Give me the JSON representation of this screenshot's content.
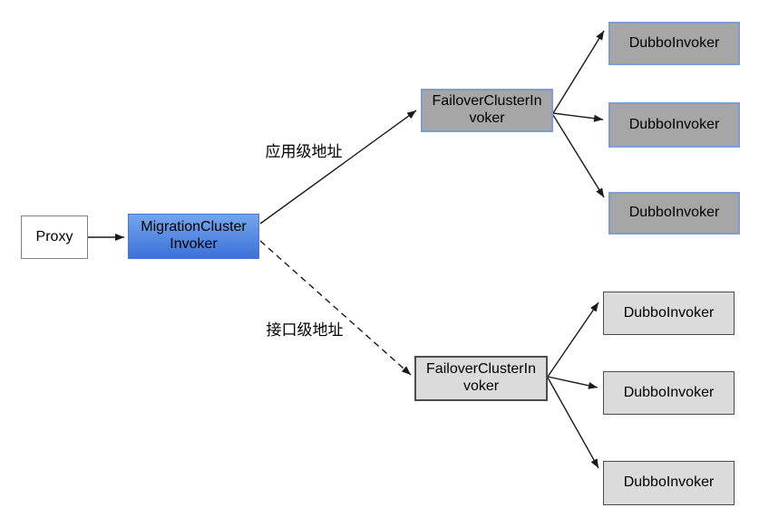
{
  "diagram": {
    "type": "cluster-invoker-flow",
    "nodes": {
      "proxy": {
        "label": "Proxy"
      },
      "migration_cluster_invoker": {
        "label": "MigrationCluster\nInvoker"
      },
      "failover_cluster_invoker_app": {
        "label": "FailoverClusterIn\nvoker"
      },
      "failover_cluster_invoker_interface": {
        "label": "FailoverClusterIn\nvoker"
      },
      "dubbo_invoker_app_1": {
        "label": "DubboInvoker"
      },
      "dubbo_invoker_app_2": {
        "label": "DubboInvoker"
      },
      "dubbo_invoker_app_3": {
        "label": "DubboInvoker"
      },
      "dubbo_invoker_interface_1": {
        "label": "DubboInvoker"
      },
      "dubbo_invoker_interface_2": {
        "label": "DubboInvoker"
      },
      "dubbo_invoker_interface_3": {
        "label": "DubboInvoker"
      }
    },
    "edges": {
      "app_level": {
        "label": "应用级地址",
        "style": "solid"
      },
      "interface_level": {
        "label": "接口级地址",
        "style": "dashed"
      }
    },
    "colors": {
      "migration_fill_top": "#74a5ec",
      "migration_fill_bottom": "#3c72d9",
      "migration_border": "#4678ce",
      "app_group_fill": "#a6a6a6",
      "app_group_border": "#7d9bd9",
      "interface_group_fill": "#dbdbdb",
      "interface_group_border": "#4d4d4d",
      "proxy_fill": "#ffffff",
      "proxy_border": "#808080",
      "line": "#1a1a1a"
    }
  }
}
